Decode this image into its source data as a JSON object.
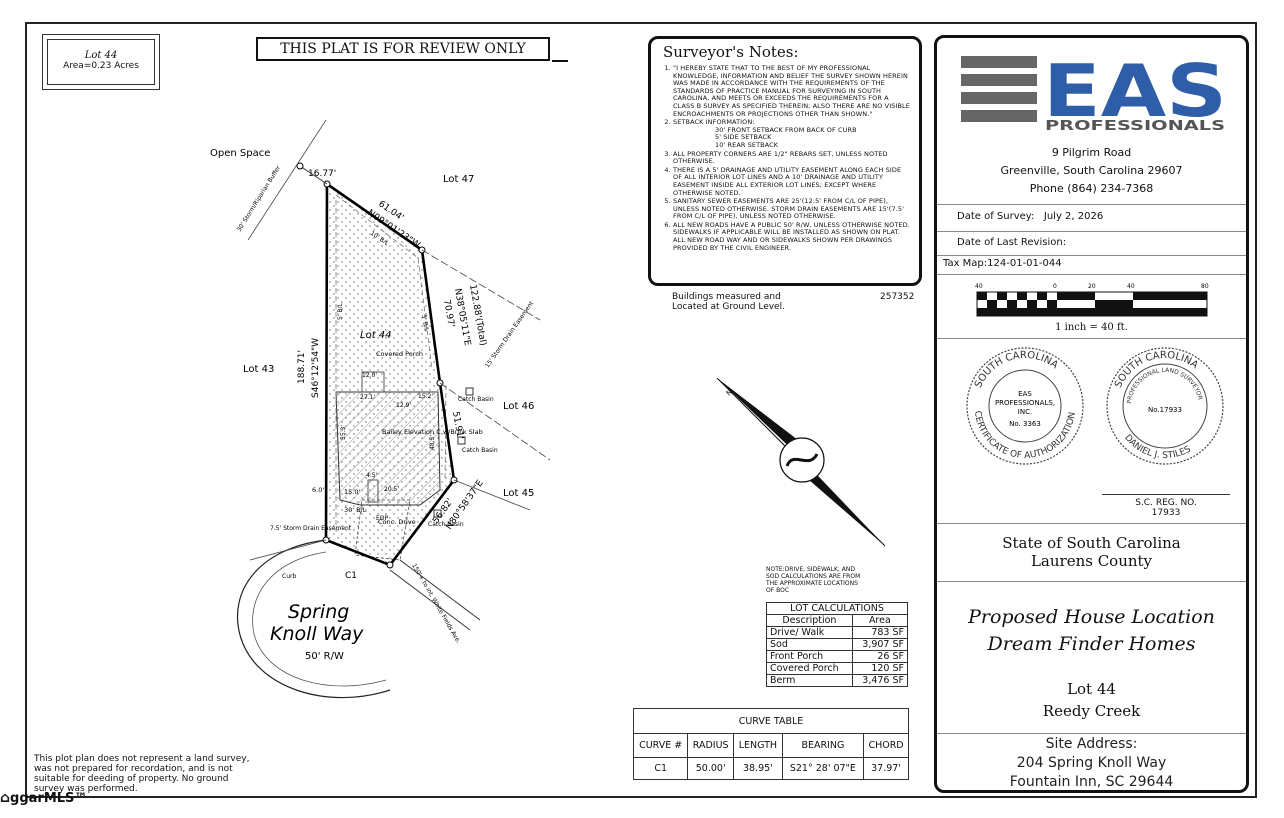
{
  "lot_box": {
    "title": "Lot 44",
    "area": "Area=0.23 Acres"
  },
  "review_banner": "THIS PLAT IS FOR REVIEW ONLY",
  "plat": {
    "open_space": "Open Space",
    "lot47": "Lot 47",
    "lot43": "Lot 43",
    "lot46": "Lot 46",
    "lot45": "Lot 45",
    "lot44": "Lot 44",
    "dim_16_77": "16.77'",
    "dim_61_04": "61.04'",
    "bearing_n09": "N09°01'23\"W",
    "dim_122_88": "122.88'(Total)",
    "bearing_n38": "N38°05'11\"E",
    "dim_70_97": "70.97'",
    "dim_188_71": "188.71'",
    "bearing_s46": "S46°12'54\"W",
    "dim_51_91": "51.91'",
    "dim_56_82": "56.82'",
    "bearing_n80": "N80°58'37\"E",
    "storm_buffer": "30' Storm/Riparian Buffer",
    "storm_easement_15": "15' Storm Drain Easement",
    "storm_easement_75": "7.5' Storm Drain Easement",
    "covered_porch": "Covered Porch",
    "house": "Bailey Elevation C w/Brick Slab",
    "catch_basin_1": "Catch Basin",
    "catch_basin_2": "Catch Basin",
    "catch_basin_3": "Catch Basin",
    "conc_drive": "Conc. Drive",
    "c1": "C1",
    "curb": "Curb",
    "street_name": "Spring Knoll Way",
    "row": "50' R/W",
    "dim_6": "6.0'",
    "dim_15": "15.0'",
    "dim_30": "30' B/L",
    "dim_12": "12.0'",
    "dim_129": "12.9'",
    "dim_271": "27.1'",
    "dim_152": "15.2'",
    "dim_203": "20.5'",
    "dim_553": "55.3'",
    "dim_485": "48.5'",
    "dim_45": "4.5'",
    "line_10": "10' B/L",
    "line_5a": "5' B/L",
    "line_5b": "5' B/L",
    "eop": "EOP",
    "side_street": "150'+ to int. White Fields Ave."
  },
  "notes": {
    "title": "Surveyor's Notes:",
    "items": [
      "\"I HEREBY STATE THAT TO THE BEST OF MY PROFESSIONAL KNOWLEDGE, INFORMATION AND BELIEF THE SURVEY SHOWN HEREIN WAS MADE IN ACCORDANCE WITH THE REQUIREMENTS OF THE STANDARDS OF PRACTICE MANUAL FOR SURVEYING IN SOUTH CAROLINA, AND MEETS OR EXCEEDS THE REQUIREMENTS FOR A CLASS B SURVEY AS SPECIFIED THEREIN; ALSO THERE ARE NO VISIBLE ENCROACHMENTS OR PROJECTIONS OTHER THAN SHOWN.\"",
      "SETBACK INFORMATION:",
      "ALL PROPERTY CORNERS ARE 1/2\" REBARS SET, UNLESS NOTED OTHERWISE.",
      "THERE IS A 5' DRAINAGE AND UTILITY EASEMENT ALONG EACH SIDE OF ALL INTERIOR LOT LINES AND A 10' DRAINAGE AND UTILITY EASEMENT INSIDE ALL EXTERIOR LOT LINES; EXCEPT WHERE OTHERWISE NOTED.",
      "SANITARY SEWER EASEMENTS ARE 25'(12.5' FROM C/L OF PIPE), UNLESS NOTED OTHERWISE. STORM DRAIN EASEMENTS ARE 15'(7.5' FROM C/L OF PIPE), UNLESS NOTED OTHERWISE.",
      "ALL NEW ROADS HAVE A PUBLIC 50' R/W, UNLESS OTHERWISE NOTED. SIDEWALKS IF APPLICABLE WILL BE INSTALLED AS SHOWN ON PLAT. ALL NEW ROAD WAY AND OR SIDEWALKS SHOWN PER DRAWINGS PROVIDED BY THE CIVIL ENGINEER."
    ],
    "setbacks": [
      "30' FRONT SETBACK FROM BACK OF CURB",
      "5' SIDE SETBACK",
      "10' REAR SETBACK"
    ]
  },
  "buildings_note": "Buildings measured and Located at Ground Level.",
  "job_number": "257352",
  "drive_note": "NOTE:DRIVE, SIDEWALK, AND SOD CALCULATIONS ARE FROM THE APPROXIMATE LOCATIONS OF BOC",
  "lot_calc": {
    "title": "LOT CALCULATIONS",
    "headers": [
      "Description",
      "Area"
    ],
    "rows": [
      [
        "Drive/ Walk",
        "783 SF"
      ],
      [
        "Sod",
        "3,907 SF"
      ],
      [
        "Front Porch",
        "26 SF"
      ],
      [
        "Covered Porch",
        "120 SF"
      ],
      [
        "Berm",
        "3,476 SF"
      ]
    ]
  },
  "curve_table": {
    "title": "CURVE TABLE",
    "headers": [
      "CURVE #",
      "RADIUS",
      "LENGTH",
      "BEARING",
      "CHORD"
    ],
    "rows": [
      [
        "C1",
        "50.00'",
        "38.95'",
        "S21° 28' 07\"E",
        "37.97'"
      ]
    ]
  },
  "disclaimer": "This plot plan does not represent a land survey, was not prepared for recordation, and is not suitable for deeding of property. No ground survey was performed.",
  "mls_logo": "ggarMLS™",
  "company": {
    "logo_main": "EAS",
    "logo_sub": "PROFESSIONALS",
    "address1": "9 Pilgrim Road",
    "address2": "Greenville, South Carolina 29607",
    "phone": "Phone (864) 234-7368"
  },
  "survey": {
    "date_label": "Date of Survey:",
    "date_value": "July 2, 2026",
    "revision_label": "Date of Last Revision:",
    "tax_map": "Tax Map:124-01-01-044",
    "scale_ticks": [
      "40",
      "0",
      "20",
      "40",
      "80"
    ],
    "scale_text": "1 inch = 40 ft."
  },
  "seals": {
    "left_outer_top": "SOUTH CAROLINA",
    "left_outer_bottom": "CERTIFICATE OF AUTHORIZATION",
    "left_inner": [
      "EAS",
      "PROFESSIONALS,",
      "INC."
    ],
    "left_no": "No. 3363",
    "right_outer_top": "SOUTH CAROLINA",
    "right_inner_arc": "PROFESSIONAL LAND SURVEYOR",
    "right_no": "No.17933",
    "right_outer_bottom": "DANIEL J. STILES",
    "reg_label": "S.C. REG. NO.",
    "reg_no": "17933"
  },
  "location": {
    "state": "State of South Carolina",
    "county": "Laurens County"
  },
  "project": {
    "line1": "Proposed House Location",
    "line2": "Dream Finder Homes",
    "lot": "Lot 44",
    "subdivision": "Reedy Creek"
  },
  "site_address": {
    "label": "Site Address:",
    "street": "204 Spring Knoll Way",
    "city": "Fountain Inn, SC 29644"
  },
  "north_label": "N"
}
